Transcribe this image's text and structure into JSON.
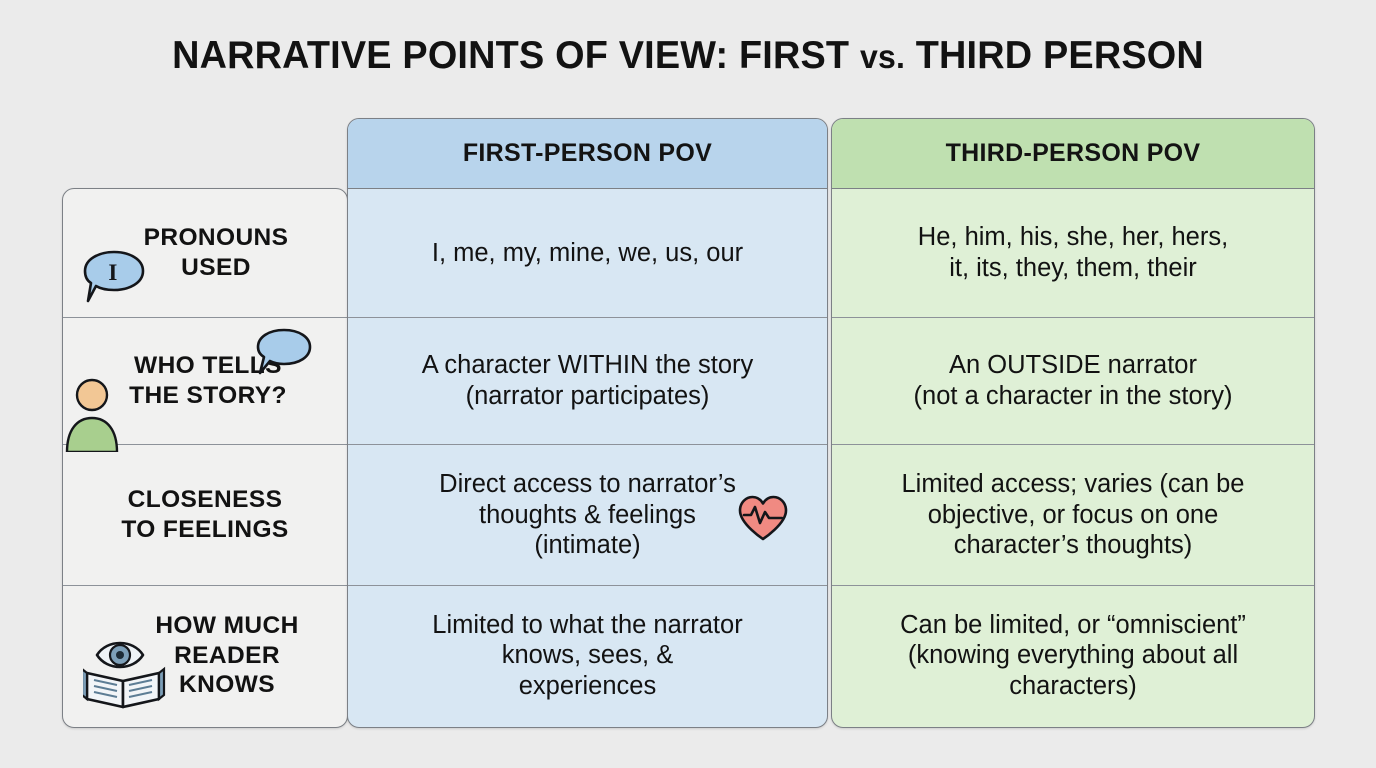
{
  "title": {
    "part1": "NARRATIVE POINTS OF VIEW: FIRST ",
    "vs": "vs.",
    "part2": " THIRD PERSON",
    "full": "NARRATIVE POINTS OF VIEW: FIRST vs. THIRD PERSON"
  },
  "colors": {
    "page_background": "#ebebeb",
    "first_header": "#b8d4ec",
    "first_body": "#d8e7f3",
    "third_header": "#bfe0b0",
    "third_body": "#dff0d6",
    "label_body": "#f1f1f0",
    "border": "#7c8086",
    "divider": "#8d9299",
    "text": "#121212",
    "heart_icon": "#f08a82",
    "bubble_icon": "#a8ccea",
    "person_head": "#f2c795",
    "person_body": "#a8cf8e",
    "book_icon": "#7d9fb8"
  },
  "columns": {
    "label_header": "",
    "first": {
      "header": "FIRST-PERSON POV"
    },
    "third": {
      "header": "THIRD-PERSON POV"
    }
  },
  "rows": [
    {
      "label_line1": "PRONOUNS",
      "label_line2": "USED",
      "label_icons": [
        "speech-bubble-i-icon"
      ],
      "first": [
        "I, me, my, mine, we, us, our"
      ],
      "third": [
        "He, him, his, she, her, hers,",
        "it, its, they, them, their"
      ]
    },
    {
      "label_line1": "WHO TELLS",
      "label_line2": "THE STORY?",
      "label_icons": [
        "speech-bubble-icon",
        "person-icon"
      ],
      "first": [
        "A character WITHIN the story",
        "(narrator participates)"
      ],
      "third": [
        "An OUTSIDE narrator",
        "(not a character in the story)"
      ]
    },
    {
      "label_line1": "CLOSENESS",
      "label_line2": "TO FEELINGS",
      "label_icons": [],
      "first": [
        "Direct access to narrator’s",
        "thoughts & feelings",
        "(intimate)"
      ],
      "first_inline_icon": "heart-pulse-icon",
      "third": [
        "Limited access; varies (can be",
        "objective, or focus on one",
        "character’s thoughts)"
      ]
    },
    {
      "label_line1": "HOW MUCH",
      "label_line2": "READER",
      "label_line3": "KNOWS",
      "label_icons": [
        "book-eye-icon"
      ],
      "first": [
        "Limited to what the narrator",
        "knows, sees, &",
        "experiences"
      ],
      "third": [
        "Can be limited, or “omniscient”",
        "(knowing everything about all",
        "characters)"
      ]
    }
  ],
  "bubble_letter": "I"
}
